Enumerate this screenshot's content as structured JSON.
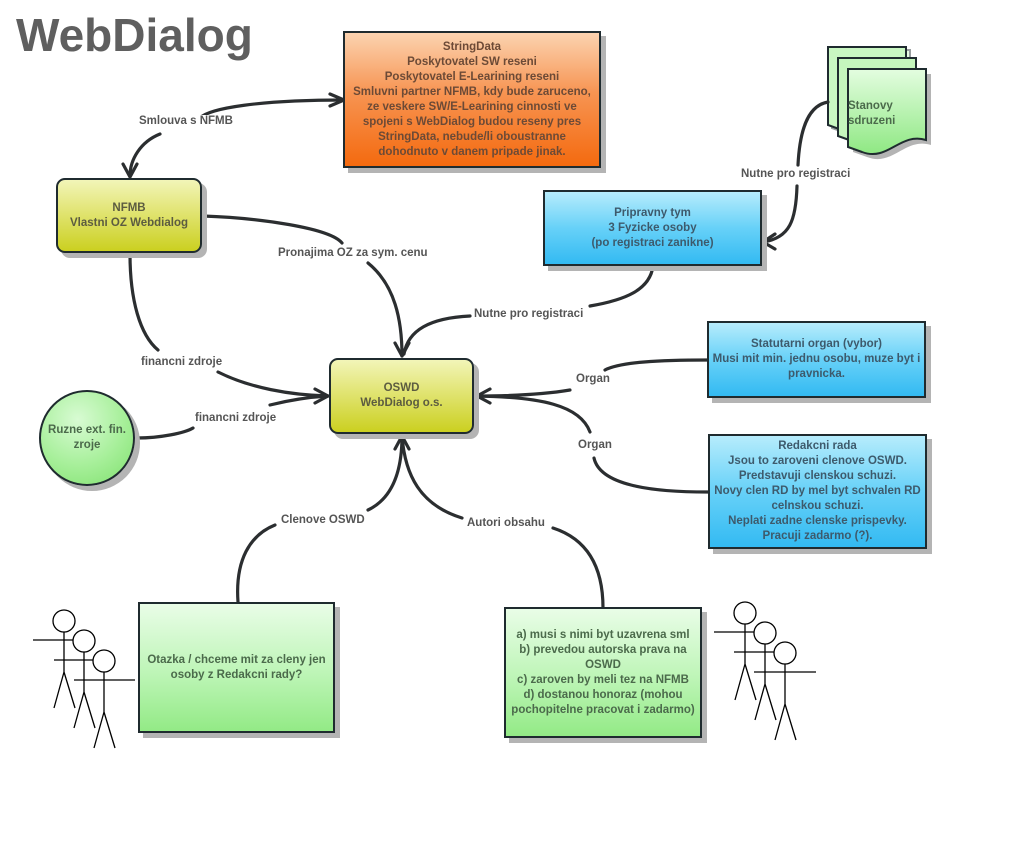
{
  "title": "WebDialog",
  "nodes": {
    "stringdata": {
      "text": "StringData\nPoskytovatel SW reseni\nPoskytovatel E-Learining reseni\nSmluvni partner NFMB, kdy bude zaruceno,\nze veskere SW/E-Learining cinnosti ve\nspojeni s WebDialog budou reseny pres\nStringData, nebude/li oboustranne\ndohodnuto v danem pripade jinak.",
      "color": "#f46a0f"
    },
    "nfmb": {
      "text": "NFMB\nVlastni OZ Webdialog",
      "color": "#cbd020"
    },
    "oswd": {
      "text": "OSWD\nWebDialog o.s.",
      "color": "#cbd020"
    },
    "stanovy": {
      "text": "Stanovy\nsdruzeni",
      "color": "#bdf5b6"
    },
    "pripravny": {
      "text": "Pripravny tym\n3 Fyzicke osoby\n(po registraci zanikne)",
      "color": "#33baf2"
    },
    "statutarni": {
      "text": "Statutarni organ (vybor)\nMusi mit min. jednu osobu, muze byt i\npravnicka.",
      "color": "#33baf2"
    },
    "redakcni": {
      "text": "Redakcni rada\nJsou to zaroveni clenove OSWD.\nPredstavuji clenskou schuzi.\nNovy clen RD by mel byt schvalen RD\ncelnskou schuzi.\nNeplati zadne clenske prispevky.\nPracuji zadarmo (?).",
      "color": "#33baf2"
    },
    "ruzne": {
      "text": "Ruzne ext. fin.\nzroje",
      "color": "#a6ef99"
    },
    "otazka": {
      "text": "Otazka / chceme mit za cleny jen\nosoby z Redakcni rady?",
      "color": "#bdf5b6"
    },
    "autori_box": {
      "text": "a) musi s nimi byt uzavrena sml\nb) prevedou autorska prava na\nOSWD\nc) zaroven by meli tez na NFMB\nd) dostanou honoraz (mohou\npochopitelne pracovat i zadarmo)",
      "color": "#bdf5b6"
    }
  },
  "edges": {
    "smlouva": "Smlouva s NFMB",
    "pronajima": "Pronajima OZ za sym. cenu",
    "nutne_stanovy": "Nutne pro registraci",
    "nutne_pripravny": "Nutne pro registraci",
    "financni_nfmb": "financni zdroje",
    "financni_ruzne": "financni zdroje",
    "organ_statutarni": "Organ",
    "organ_redakcni": "Organ",
    "clenove": "Clenove OSWD",
    "autori": "Autori obsahu"
  },
  "actors": {
    "left_group": [
      "actor",
      "actor",
      "actor"
    ],
    "right_group": [
      "actor",
      "actor",
      "actor"
    ]
  }
}
